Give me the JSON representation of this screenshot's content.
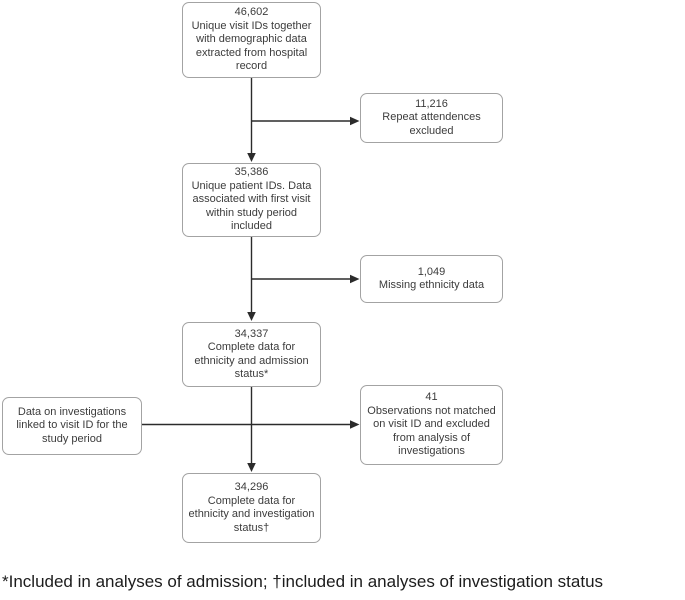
{
  "flow": {
    "nodes": {
      "visits": {
        "number": "46,602",
        "label": "Unique visit IDs together with demographic data extracted from hospital record"
      },
      "repeat_excluded": {
        "number": "11,216",
        "label": "Repeat attendences excluded"
      },
      "patients": {
        "number": "35,386",
        "label": "Unique patient IDs. Data associated with first visit within study period included"
      },
      "missing_ethnicity": {
        "number": "1,049",
        "label": "Missing ethnicity data"
      },
      "admission_complete": {
        "number": "34,337",
        "label": "Complete data for ethnicity and admission status*"
      },
      "investigations_source": {
        "label": "Data on investigations linked to visit ID for the study period"
      },
      "unmatched_excluded": {
        "number": "41",
        "label": "Observations not matched on visit ID and excluded from analysis of investigations"
      },
      "investigation_complete": {
        "number": "34,296",
        "label": "Complete data for ethnicity and investigation status†"
      }
    },
    "footnote": "*Included in analyses of admission; †included in analyses of investigation status",
    "colors": {
      "background": "#ffffff",
      "box_fill": "#ffffff",
      "box_border": "#a3a3a3",
      "box_text": "#3c3c3c",
      "arrow": "#2b2b2b",
      "footnote_text": "#1c1c1c"
    }
  }
}
